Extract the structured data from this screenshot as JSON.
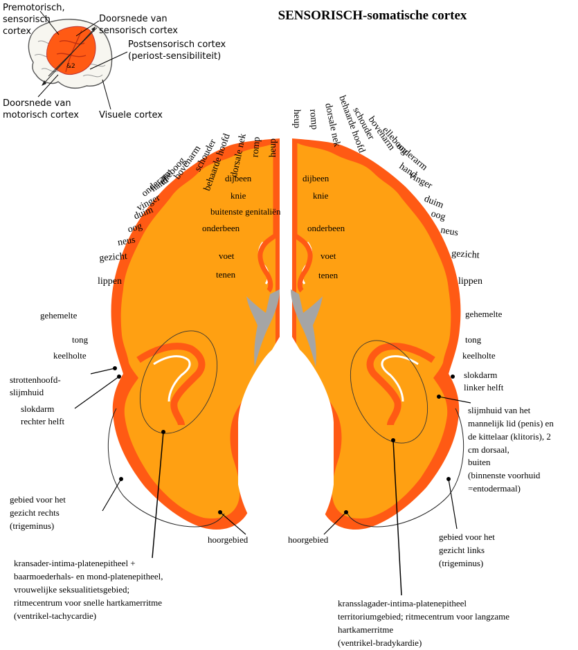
{
  "title": "SENSORISCH-somatische cortex",
  "inset": {
    "premotor": [
      "Premotorisch,",
      "sensorisch",
      "cortex"
    ],
    "sensory_section": [
      "Doorsnede van",
      "sensorisch cortex"
    ],
    "postsensory": [
      "Postsensorisch cortex",
      "(periost-sensibiliteit)"
    ],
    "motor_section": [
      "Doorsnede van",
      "motorisch cortex"
    ],
    "visual": "Visuele cortex",
    "marker": "&2"
  },
  "left_arc": [
    "heup",
    "romp",
    "dorsale nek",
    "behaarde hoofd",
    "schouder",
    "bovenarm",
    "elleboog",
    "onderarm",
    "hand",
    "vinger",
    "duim",
    "oog",
    "neus",
    "gezicht",
    "lippen"
  ],
  "right_arc": [
    "heup",
    "romp",
    "dorsale nek",
    "behaarde hoofd",
    "schouder",
    "bovenarm",
    "elleboog",
    "onderarm",
    "hand",
    "vinger",
    "duim",
    "oog",
    "neus",
    "gezicht",
    "lippen"
  ],
  "left_inner": [
    "dijbeen",
    "knie",
    "buitenste genitaliën",
    "onderbeen",
    "voet",
    "tenen"
  ],
  "right_inner": [
    "dijbeen",
    "knie",
    "onderbeen",
    "voet",
    "tenen"
  ],
  "left_side": [
    "gehemelte",
    "tong",
    "keelholte"
  ],
  "right_side": [
    "gehemelte",
    "tong",
    "keelholte"
  ],
  "left_callouts": {
    "larynx": [
      "strottenhoofd-",
      "slijmhuid"
    ],
    "esophagus": [
      "slokdarm",
      "rechter helft"
    ],
    "face": [
      "gebied voor het",
      "gezicht rechts",
      "(trigeminus)"
    ],
    "hearing": "hoorgebied",
    "bottom": [
      "kransader-intima-platenepitheel +",
      "baarmoederhals- en mond-platenepitheel,",
      "vrouwelijke seksualitietsgebied;",
      "ritmecentrum voor snelle hartkamerritme",
      "(ventrikel-tachycardie)"
    ]
  },
  "right_callouts": {
    "esophagus": [
      "slokdarm",
      "linker helft"
    ],
    "mucosa": [
      "slijmhuid van het",
      "mannelijk lid (penis) en",
      "de kittelaar (klitoris), 2",
      "cm dorsaal,",
      "buiten",
      "(binnenste voorhuid",
      "=entodermaal)"
    ],
    "face": [
      "gebied voor het",
      "gezicht links",
      "(trigeminus)"
    ],
    "hearing": "hoorgebied",
    "bottom": [
      "kransslagader-intima-platenepitheel",
      "territoriumgebied; ritmecentrum voor langzame",
      "hartkamerritme",
      "(ventrikel-bradykardie)"
    ]
  },
  "colors": {
    "cortex_outer": "#ff5a14",
    "cortex_inner": "#ffa012",
    "ventricle": "#a5a5a5",
    "lobe_fill": "#fffef0"
  }
}
